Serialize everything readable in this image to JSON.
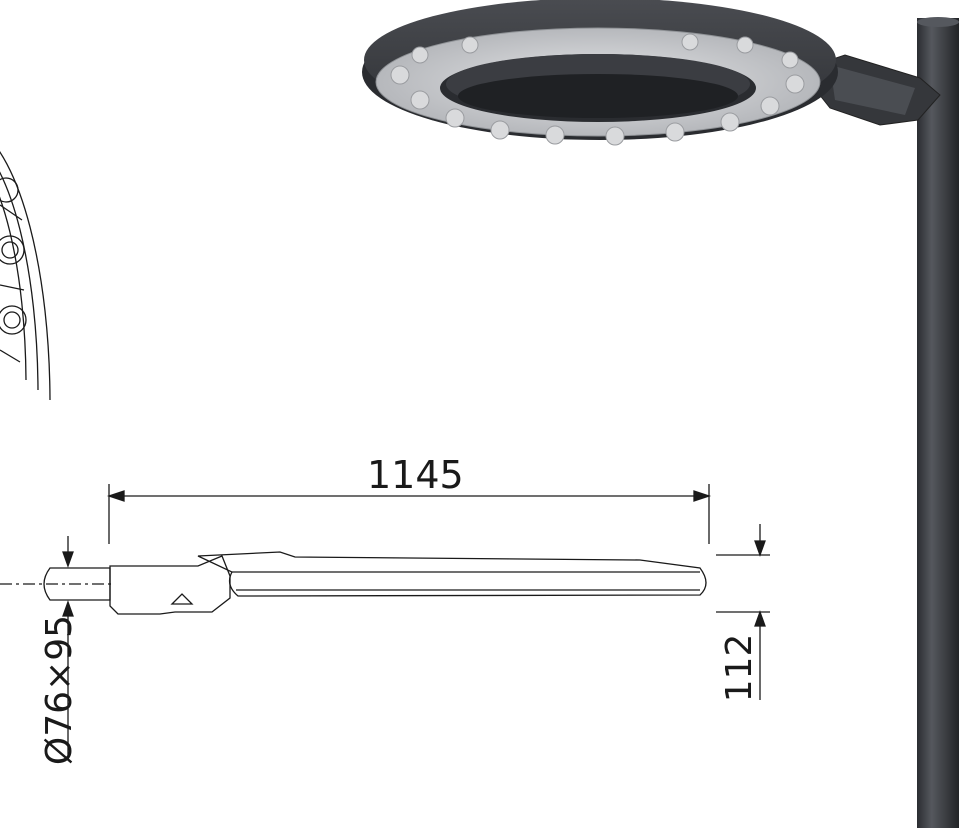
{
  "dimensions": {
    "length": "1145",
    "height": "112",
    "tube_diameter": "Ø76×95"
  },
  "colors": {
    "line": "#1a1a1a",
    "luminaire_body": "#3d3f44",
    "luminaire_inner": "#2a2c30",
    "lens_ring": "#c9cbce",
    "pole": "#3a3c40",
    "background": "#ffffff"
  }
}
